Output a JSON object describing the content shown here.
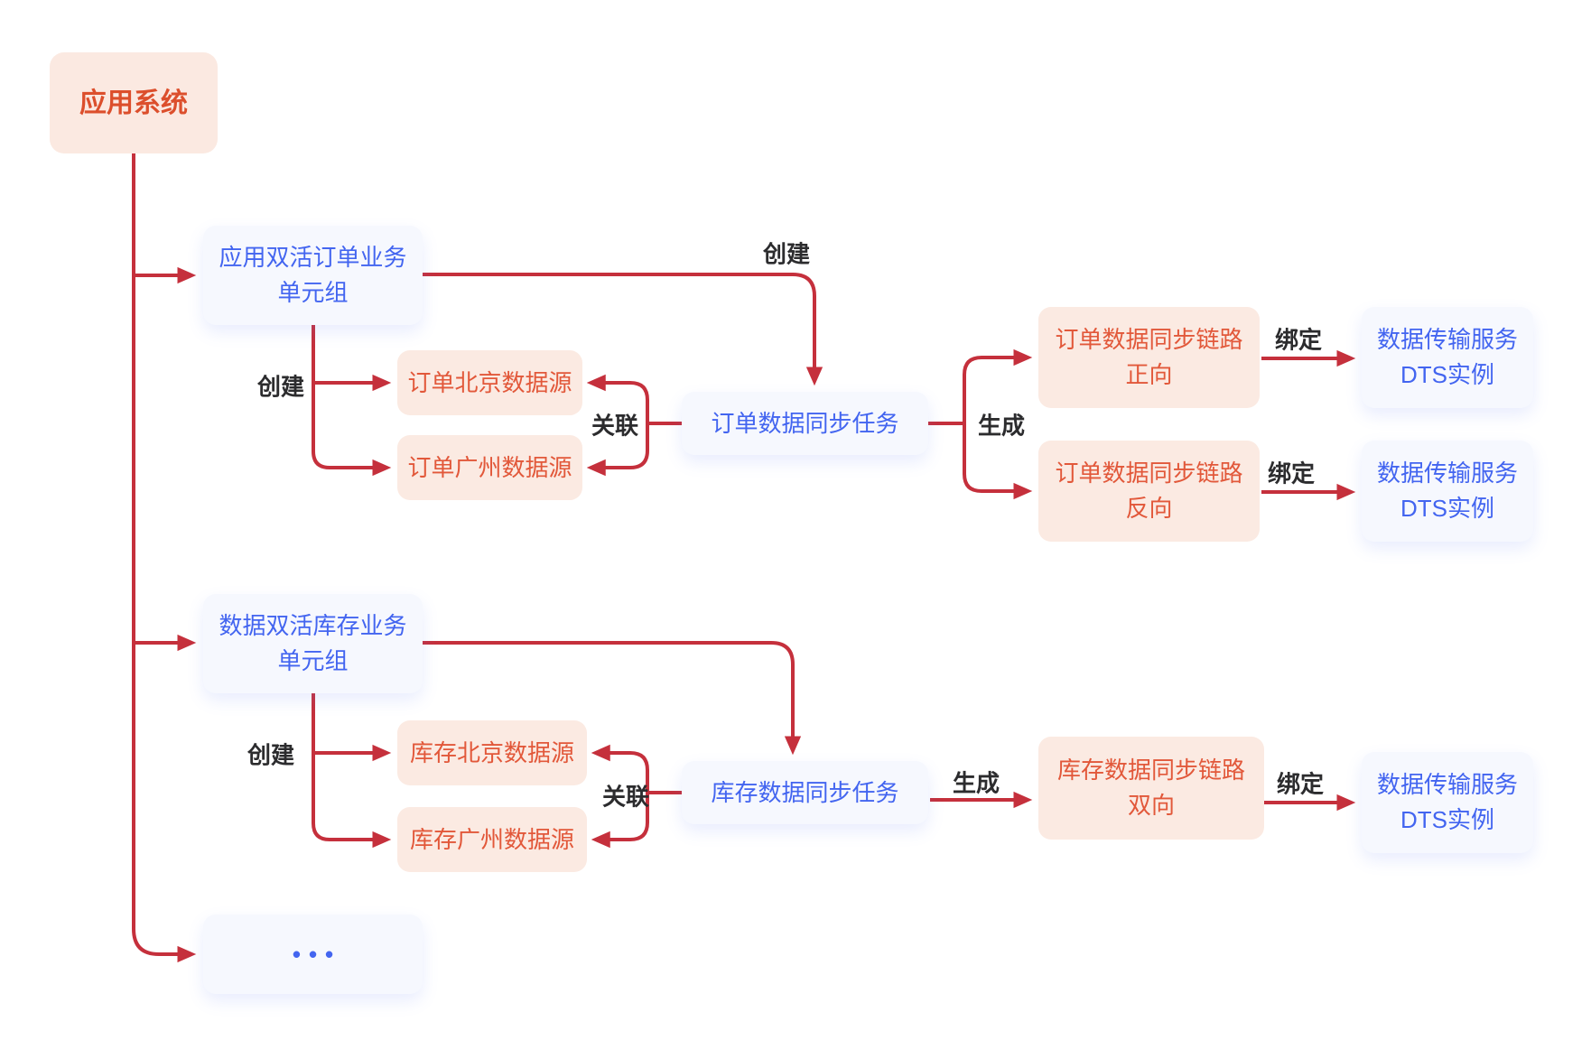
{
  "diagram": {
    "title_node": "应用系统",
    "nodes": {
      "app_system": {
        "label": "应用系统",
        "type": "app"
      },
      "order_unit_group": {
        "label": "应用双活订单业务\n单元组",
        "type": "blue"
      },
      "order_bj_source": {
        "label": "订单北京数据源",
        "type": "orange"
      },
      "order_gz_source": {
        "label": "订单广州数据源",
        "type": "orange"
      },
      "order_sync_task": {
        "label": "订单数据同步任务",
        "type": "blue"
      },
      "order_link_fwd": {
        "label": "订单数据同步链路\n正向",
        "type": "orange"
      },
      "order_link_rev": {
        "label": "订单数据同步链路\n反向",
        "type": "orange"
      },
      "dts_instance_1": {
        "label": "数据传输服务\nDTS实例",
        "type": "blue"
      },
      "dts_instance_2": {
        "label": "数据传输服务\nDTS实例",
        "type": "blue"
      },
      "inv_unit_group": {
        "label": "数据双活库存业务\n单元组",
        "type": "blue"
      },
      "inv_bj_source": {
        "label": "库存北京数据源",
        "type": "orange"
      },
      "inv_gz_source": {
        "label": "库存广州数据源",
        "type": "orange"
      },
      "inv_sync_task": {
        "label": "库存数据同步任务",
        "type": "blue"
      },
      "inv_link_bi": {
        "label": "库存数据同步链路\n双向",
        "type": "orange"
      },
      "dts_instance_3": {
        "label": "数据传输服务\nDTS实例",
        "type": "blue"
      },
      "ellipsis": {
        "label": "•••",
        "type": "blue"
      }
    },
    "edge_labels": {
      "create_order_task": "创建",
      "create_order_sources": "创建",
      "associate_order": "关联",
      "generate_order": "生成",
      "bind_forward": "绑定",
      "bind_reverse": "绑定",
      "create_inv_sources": "创建",
      "associate_inventory": "关联",
      "generate_inventory": "生成",
      "bind_bidirectional": "绑定"
    },
    "colors": {
      "arrow_red": "#C5303C",
      "orange_text": "#E2583A",
      "orange_fill": "#FBEAE2",
      "app_text": "#DC4F2C",
      "app_fill": "#FBE9E1",
      "blue_text": "#4365F0",
      "blue_fill": "#F6F8FE",
      "label_black": "#2C2C2E",
      "background": "#FFFFFF"
    }
  }
}
